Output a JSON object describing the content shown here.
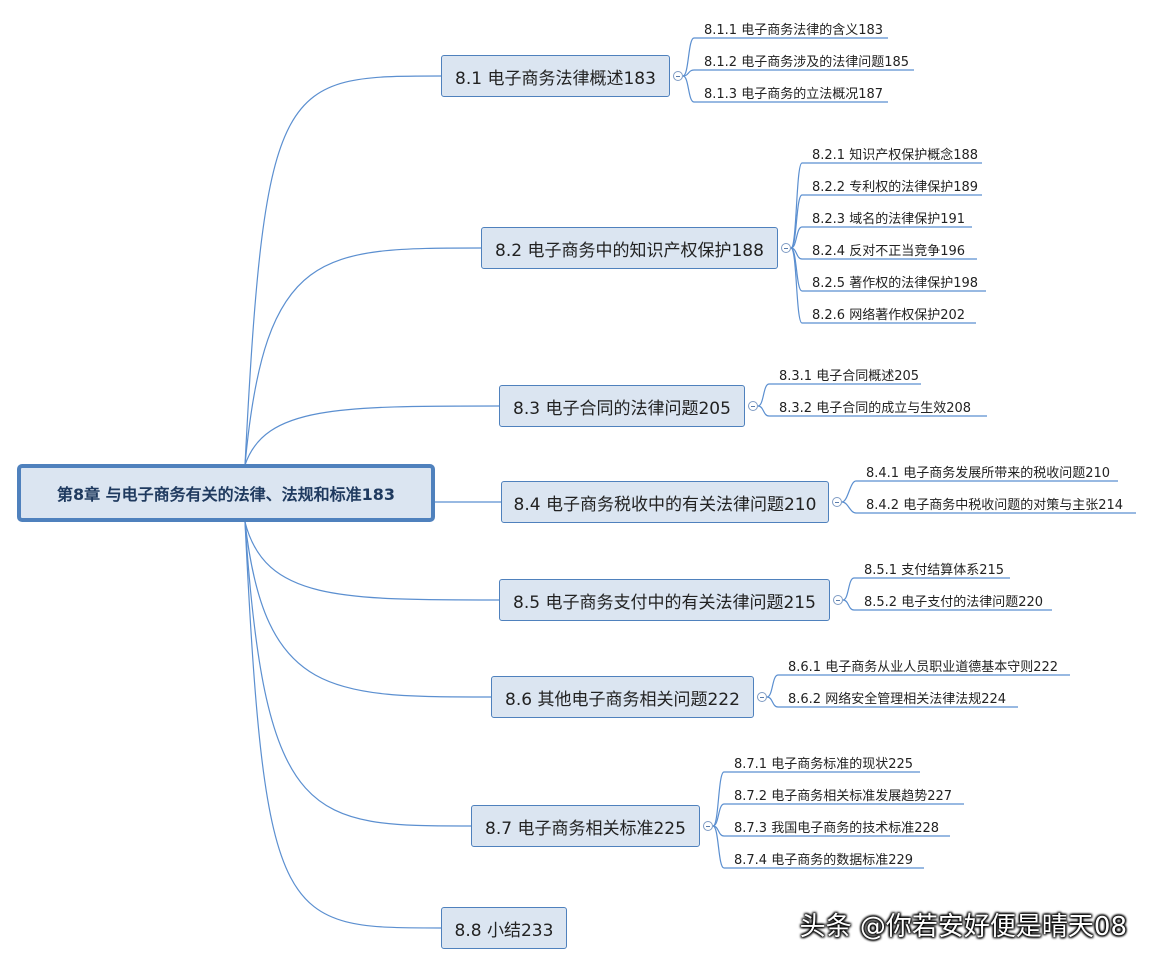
{
  "mindmap": {
    "root": "第8章  与电子商务有关的法律、法规和标准183",
    "branches": [
      {
        "label": "8.1  电子商务法律概述183",
        "children": [
          "8.1.1  电子商务法律的含义183",
          "8.1.2  电子商务涉及的法律问题185",
          "8.1.3  电子商务的立法概况187"
        ]
      },
      {
        "label": "8.2  电子商务中的知识产权保护188",
        "children": [
          "8.2.1  知识产权保护概念188",
          "8.2.2  专利权的法律保护189",
          "8.2.3  域名的法律保护191",
          "8.2.4  反对不正当竞争196",
          "8.2.5  著作权的法律保护198",
          "8.2.6  网络著作权保护202"
        ]
      },
      {
        "label": "8.3  电子合同的法律问题205",
        "children": [
          "8.3.1  电子合同概述205",
          "8.3.2  电子合同的成立与生效208"
        ]
      },
      {
        "label": "8.4  电子商务税收中的有关法律问题210",
        "children": [
          "8.4.1  电子商务发展所带来的税收问题210",
          "8.4.2  电子商务中税收问题的对策与主张214"
        ]
      },
      {
        "label": "8.5  电子商务支付中的有关法律问题215",
        "children": [
          "8.5.1  支付结算体系215",
          "8.5.2  电子支付的法律问题220"
        ]
      },
      {
        "label": "8.6  其他电子商务相关问题222",
        "children": [
          "8.6.1  电子商务从业人员职业道德基本守则222",
          "8.6.2  网络安全管理相关法律法规224"
        ]
      },
      {
        "label": "8.7  电子商务相关标准225",
        "children": [
          "8.7.1  电子商务标准的现状225",
          "8.7.2  电子商务相关标准发展趋势227",
          "8.7.3  我国电子商务的技术标准228",
          "8.7.4  电子商务的数据标准229"
        ]
      },
      {
        "label": "8.8  小结233",
        "children": []
      }
    ]
  },
  "watermark": "头条 @你若安好便是晴天08",
  "colors": {
    "accent": "#4f81bd",
    "node_fill": "#dbe5f1",
    "line": "#5b8fd0"
  }
}
